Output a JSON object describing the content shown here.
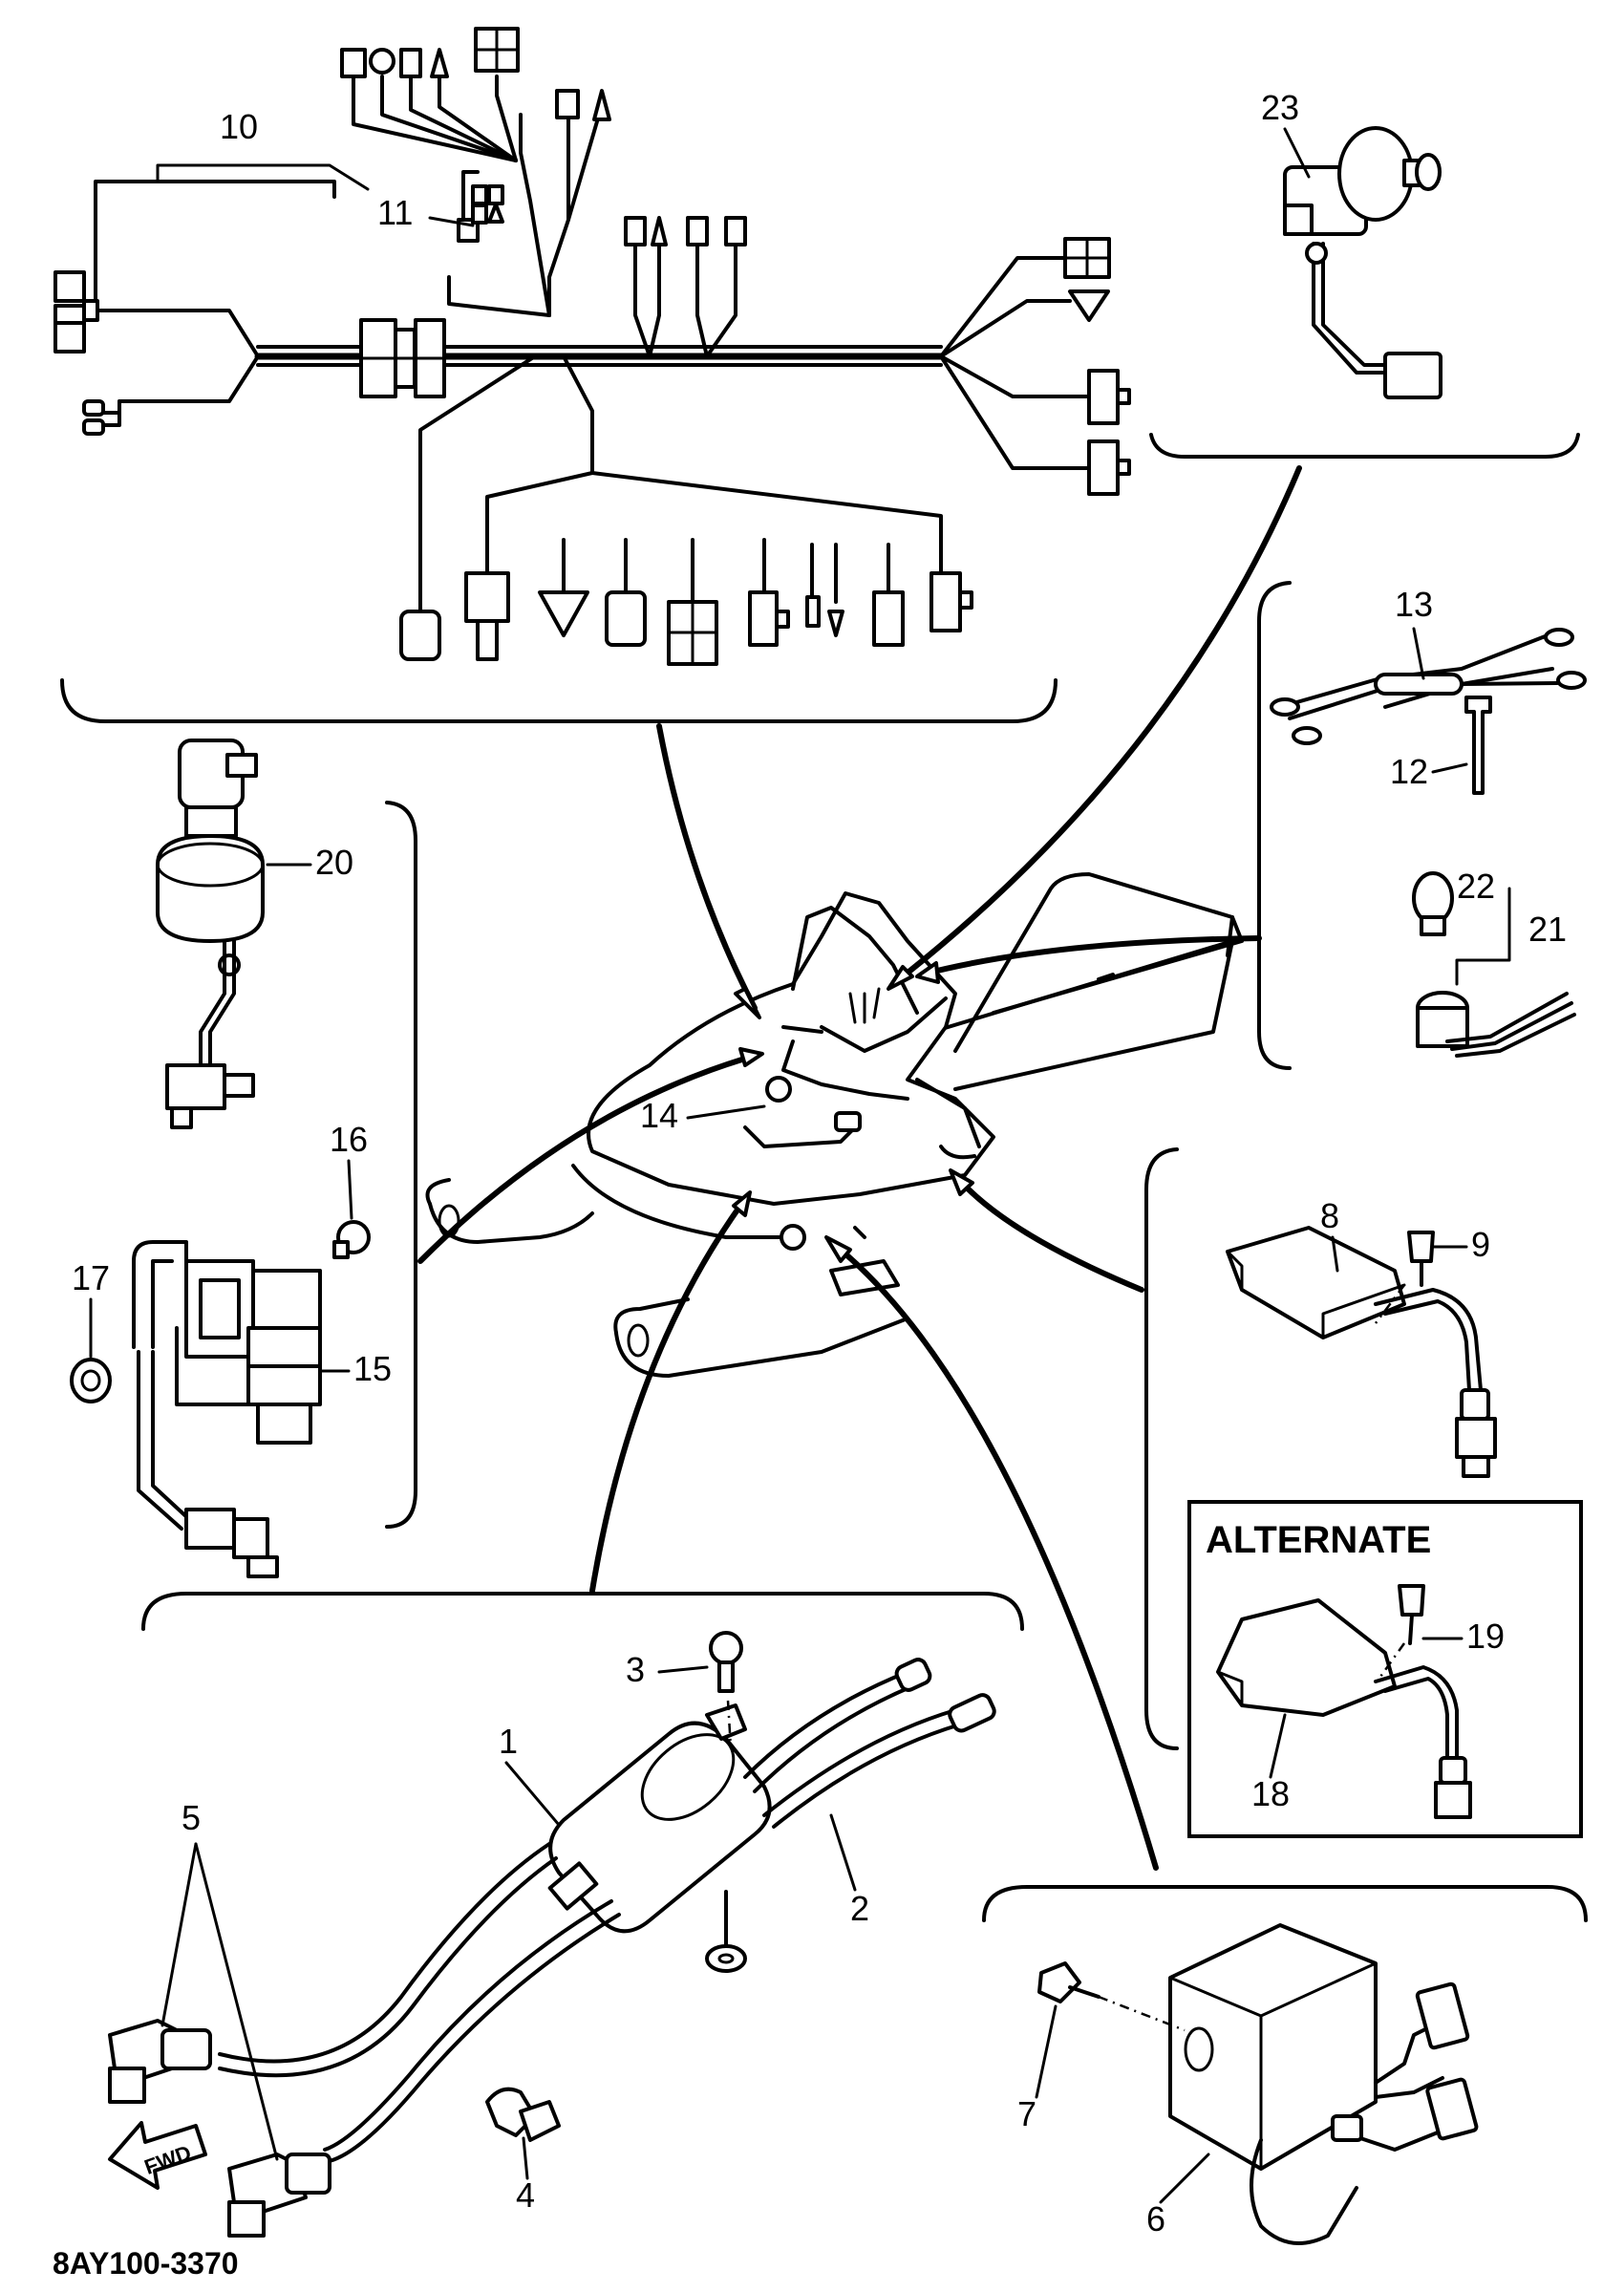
{
  "diagram": {
    "code": "8AY100-3370",
    "alternate_label": "ALTERNATE",
    "fwd_label": "FWD",
    "callouts": {
      "c1": "1",
      "c2": "2",
      "c3": "3",
      "c4": "4",
      "c5": "5",
      "c6": "6",
      "c7": "7",
      "c8": "8",
      "c9": "9",
      "c10": "10",
      "c11": "11",
      "c12": "12",
      "c13": "13",
      "c14": "14",
      "c15": "15",
      "c16": "16",
      "c17": "17",
      "c18": "18",
      "c19": "19",
      "c20": "20",
      "c21": "21",
      "c22": "22",
      "c23": "23"
    }
  }
}
